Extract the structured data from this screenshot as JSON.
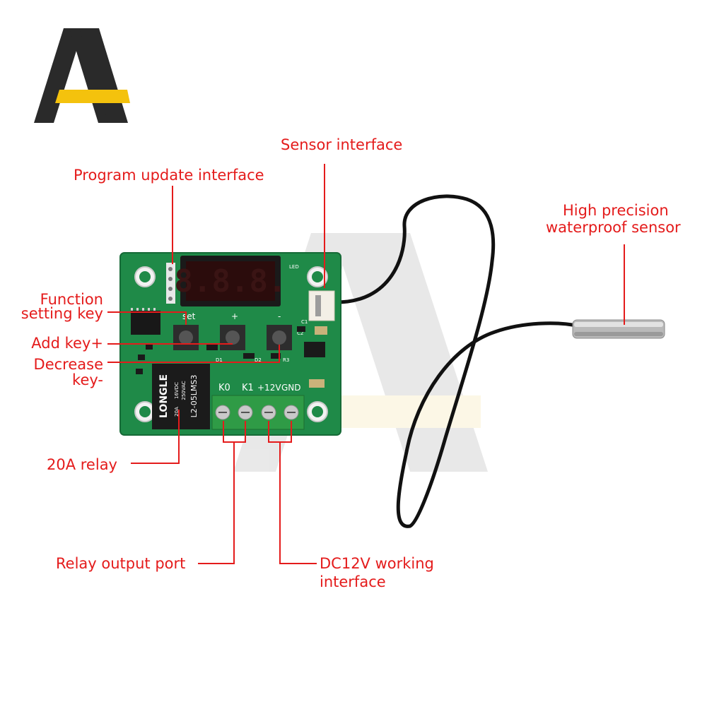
{
  "annotations": {
    "sensor_interface": "Sensor interface",
    "program_update_interface": "Program update interface",
    "high_precision_line1": "High precision",
    "high_precision_line2": "waterproof sensor",
    "function_line1": "Function",
    "function_line2": "setting key",
    "add_key": "Add key+",
    "decrease_line1": "Decrease",
    "decrease_line2": "key-",
    "relay_20a": "20A relay",
    "relay_output_port": "Relay output port",
    "dc12v_line1": "DC12V working",
    "dc12v_line2": "interface"
  },
  "board": {
    "display_digits": "8.8.8.",
    "set_label": "set",
    "plus_label": "+",
    "minus_label": "-",
    "led_label": "LED",
    "terminal_k0": "K0",
    "terminal_k1": "K1",
    "terminal_12v": "+12V",
    "terminal_gnd": "GND",
    "relay_brand": "LONGLE",
    "relay_amp": "20A",
    "relay_vdc": "16VDC",
    "relay_vac": "250VAC",
    "relay_model": "L2-05LMS3",
    "d1": "D1",
    "d2": "D2",
    "r3": "R3",
    "c1": "C1",
    "c2": "C2"
  },
  "colors": {
    "annotation": "#e41b1b",
    "pcb": "#1f8a48",
    "logo_dark": "#2a2a2a",
    "logo_accent": "#f4c20d"
  }
}
